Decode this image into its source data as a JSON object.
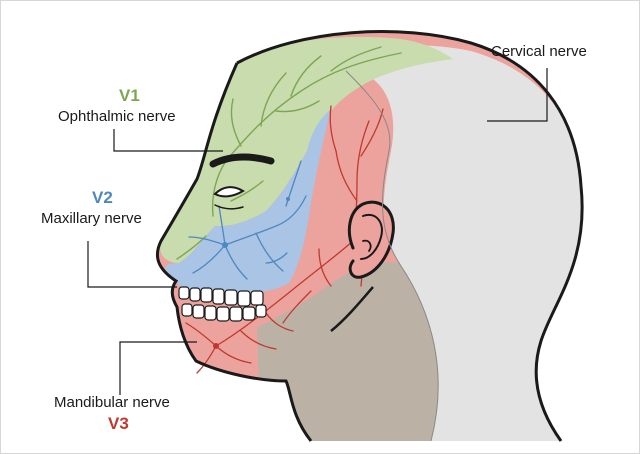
{
  "labels": {
    "v1": {
      "code": "V1",
      "name": "Ophthalmic nerve"
    },
    "v2": {
      "code": "V2",
      "name": "Maxillary nerve"
    },
    "v3": {
      "code": "V3",
      "name": "Mandibular nerve"
    },
    "cervical": {
      "name": "Cervical nerve"
    }
  },
  "colors": {
    "v1": "#7ea553",
    "v2": "#4f87c0",
    "v3": "#c0392f",
    "v1_fill": "#c8dcae",
    "v2_fill": "#a9c4e4",
    "v3_fill": "#eca39d",
    "cervical_fill": "#e3e3e3",
    "neck_fill": "#bcb1a5",
    "outline": "#1a1a1a"
  }
}
